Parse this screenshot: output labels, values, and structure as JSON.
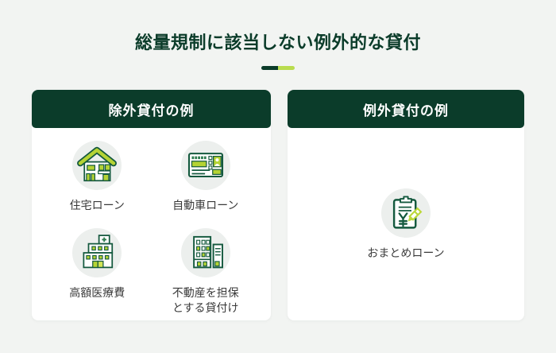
{
  "title": "総量規制に該当しない例外的な貸付",
  "colors": {
    "dark_green": "#0b3c2a",
    "icon_outline_green": "#14593e",
    "leaf_green": "#b5d334",
    "pencil_green": "#bcd838",
    "divider_light_green": "#b9dc4e",
    "background": "#f2f4f2",
    "card_background": "#ffffff",
    "icon_circle_background": "#ecefed",
    "label_text": "#3a3a3a"
  },
  "cards": [
    {
      "header": "除外貸付の例",
      "items": [
        {
          "icon": "house-icon",
          "label": "住宅ローン"
        },
        {
          "icon": "drivers-license-icon",
          "label": "自動車ローン"
        },
        {
          "icon": "hospital-icon",
          "label": "高額医療費"
        },
        {
          "icon": "office-buildings-icon",
          "label": "不動産を担保\nとする貸付け"
        }
      ]
    },
    {
      "header": "例外貸付の例",
      "items": [
        {
          "icon": "clipboard-yen-icon",
          "label": "おまとめローン"
        }
      ]
    }
  ]
}
